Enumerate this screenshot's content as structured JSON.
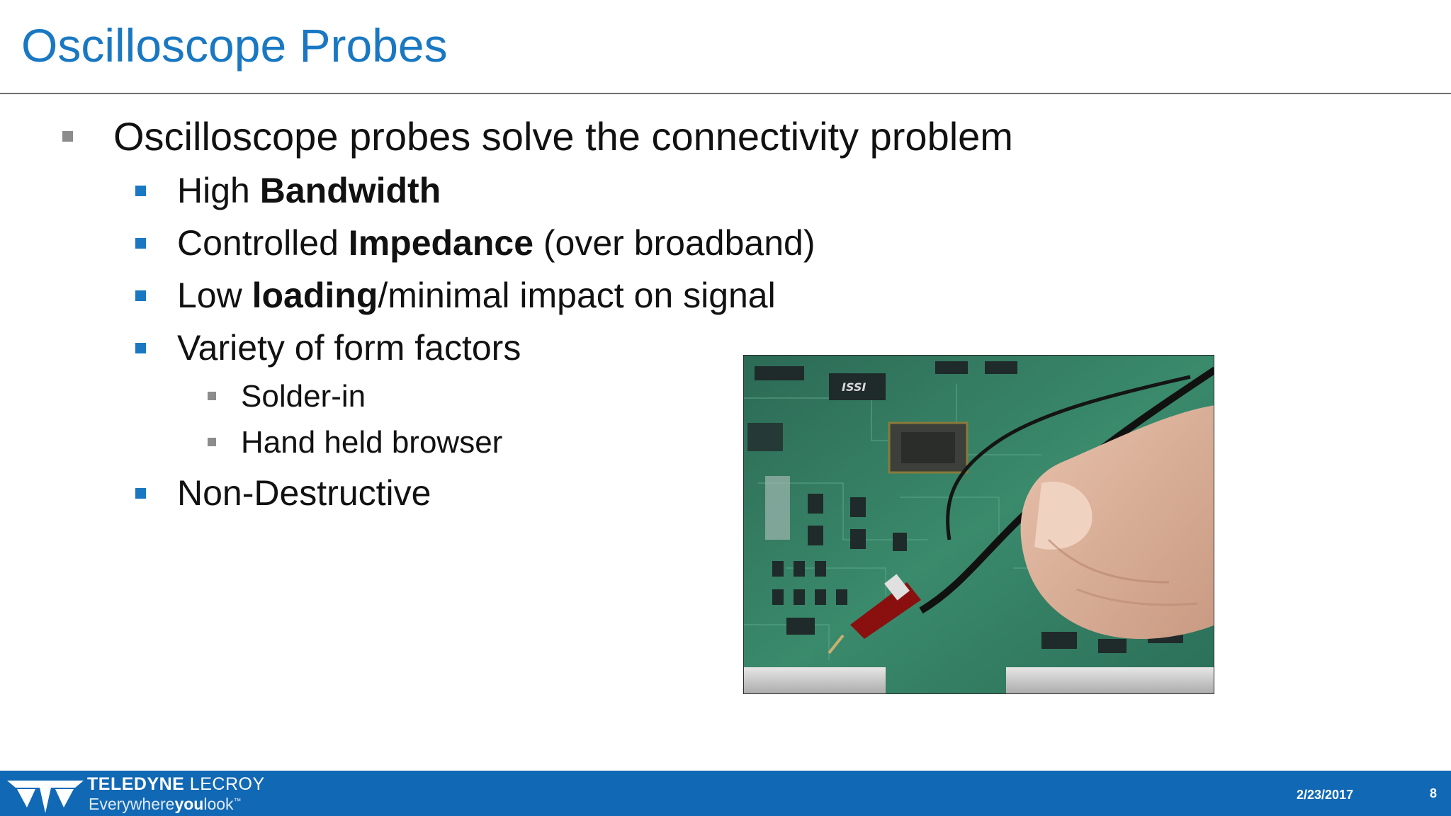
{
  "slide": {
    "title": "Oscilloscope Probes",
    "bullets": {
      "main": "Oscilloscope probes solve the connectivity problem",
      "bandwidth": {
        "pre": "High ",
        "bold": "Bandwidth",
        "post": ""
      },
      "impedance": {
        "pre": "Controlled ",
        "bold": "Impedance",
        "post": " (over broadband)"
      },
      "loading": {
        "pre": "Low ",
        "bold": "loading",
        "post": "/minimal impact on signal"
      },
      "form_factors": "Variety of form factors",
      "solder_in": "Solder-in",
      "hand_held": "Hand held browser",
      "non_destructive": "Non-Destructive"
    }
  },
  "image": {
    "subject": "hand holding oscilloscope probe on circuit board",
    "chip_marking": "ISSI"
  },
  "footer": {
    "brand_bold": "TELEDYNE",
    "brand_light": " LECROY",
    "tagline_pre": "Everywhere",
    "tagline_bold": "you",
    "tagline_post": "look",
    "tagline_tm": "™",
    "date": "2/23/2017",
    "page": "8"
  },
  "colors": {
    "title_blue": "#1a78c2",
    "footer_blue": "#1168b4",
    "bullet_gray": "#8c8c8c"
  }
}
